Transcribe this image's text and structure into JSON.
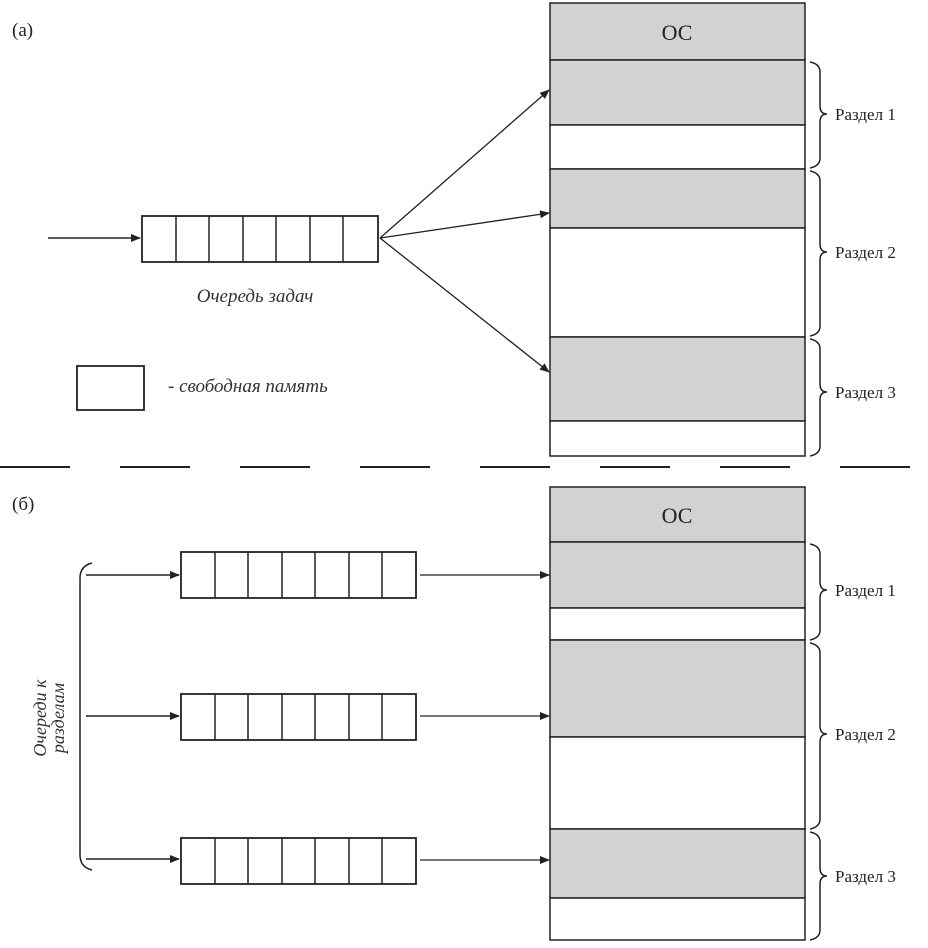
{
  "colors": {
    "line": "#222222",
    "occupied": "#d2d2d2",
    "free": "#ffffff"
  },
  "part_a": {
    "label": "(а)",
    "os_label": "ОС",
    "queue_label": "Очередь задач",
    "legend_text": "- свободная память",
    "partitions": [
      {
        "label": "Раздел 1"
      },
      {
        "label": "Раздел 2"
      },
      {
        "label": "Раздел 3"
      }
    ]
  },
  "part_b": {
    "label": "(б)",
    "os_label": "ОС",
    "queues_label_line1": "Очереди к",
    "queues_label_line2": "разделам",
    "partitions": [
      {
        "label": "Раздел 1"
      },
      {
        "label": "Раздел 2"
      },
      {
        "label": "Раздел 3"
      }
    ]
  }
}
